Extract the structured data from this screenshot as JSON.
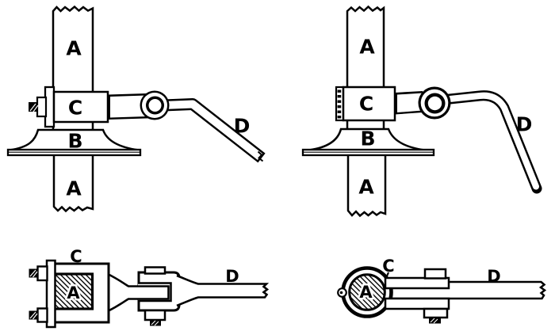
{
  "canvas": {
    "background": "#ffffff",
    "ink": "#000000"
  },
  "views": {
    "top_left": {
      "labels": {
        "rod_top": "A",
        "clamp": "C",
        "base": "B",
        "rod_bottom": "A",
        "lever": "D"
      }
    },
    "top_right": {
      "labels": {
        "rod_top": "A",
        "clamp": "C",
        "base": "B",
        "rod_bottom": "A",
        "lever": "D"
      }
    },
    "bottom_left": {
      "labels": {
        "clamp": "C",
        "rod_section": "A",
        "lever": "D"
      }
    },
    "bottom_right": {
      "labels": {
        "clamp": "C",
        "rod_section": "A",
        "lever": "D"
      }
    }
  }
}
